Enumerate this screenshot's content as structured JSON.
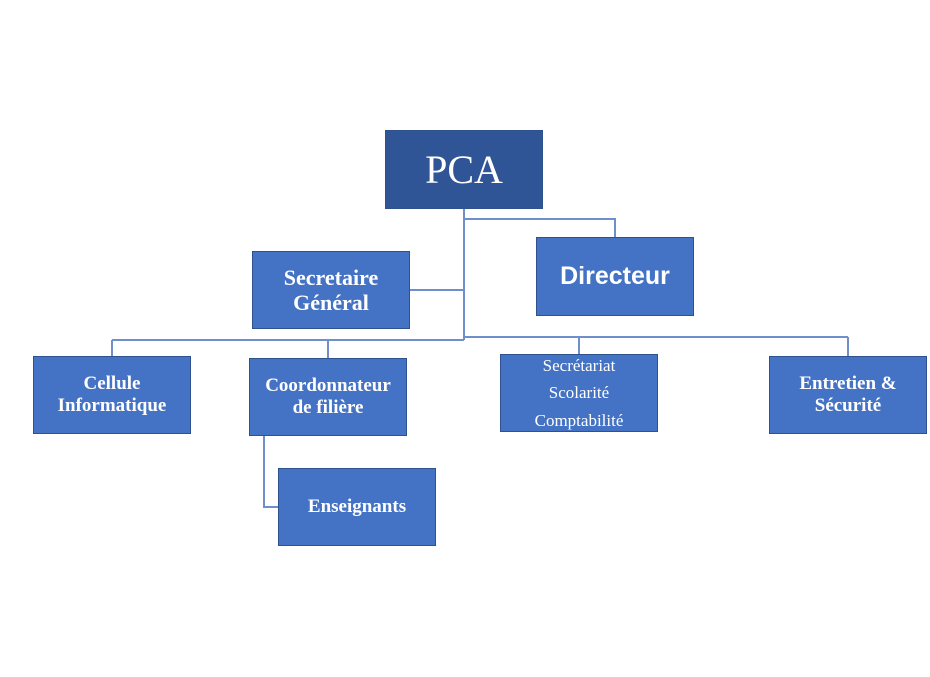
{
  "diagram": {
    "colors": {
      "box_fill": "#4472c4",
      "top_box_fill": "#2f5597",
      "connector": "#6f8fcc",
      "text": "#ffffff"
    },
    "nodes": {
      "pca": {
        "label": "PCA"
      },
      "directeur": {
        "label": "Directeur"
      },
      "secretaire_general": {
        "lines": [
          "Secretaire",
          "Général"
        ]
      },
      "cellule_informatique": {
        "lines": [
          "Cellule",
          "Informatique"
        ]
      },
      "coordonnateur": {
        "lines": [
          "Coordonnateur",
          "de filière"
        ]
      },
      "secretariat": {
        "lines": [
          "Secrétariat",
          "Scolarité",
          "Comptabilité"
        ]
      },
      "entretien_securite": {
        "lines": [
          "Entretien &",
          "Sécurité"
        ]
      },
      "enseignants": {
        "label": "Enseignants"
      }
    }
  }
}
